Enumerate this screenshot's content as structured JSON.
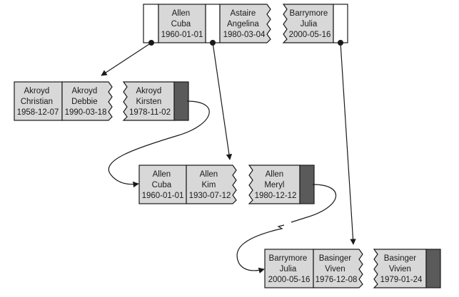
{
  "diagram": {
    "root_node": {
      "cells": [
        {
          "last_name": "Allen",
          "first_name": "Cuba",
          "birth_date": "1960-01-01"
        },
        {
          "last_name": "Astaire",
          "first_name": "Angelina",
          "birth_date": "1980-03-04"
        },
        {
          "last_name": "Barrymore",
          "first_name": "Julia",
          "birth_date": "2000-05-16"
        }
      ]
    },
    "leaf_nodes": [
      {
        "cells": [
          {
            "last_name": "Akroyd",
            "first_name": "Christian",
            "birth_date": "1958-12-07"
          },
          {
            "last_name": "Akroyd",
            "first_name": "Debbie",
            "birth_date": "1990-03-18"
          },
          {
            "last_name": "Akroyd",
            "first_name": "Kirsten",
            "birth_date": "1978-11-02"
          }
        ]
      },
      {
        "cells": [
          {
            "last_name": "Allen",
            "first_name": "Cuba",
            "birth_date": "1960-01-01"
          },
          {
            "last_name": "Allen",
            "first_name": "Kim",
            "birth_date": "1930-07-12"
          },
          {
            "last_name": "Allen",
            "first_name": "Meryl",
            "birth_date": "1980-12-12"
          }
        ]
      },
      {
        "cells": [
          {
            "last_name": "Barrymore",
            "first_name": "Julia",
            "birth_date": "2000-05-16"
          },
          {
            "last_name": "Basinger",
            "first_name": "Viven",
            "birth_date": "1976-12-08"
          },
          {
            "last_name": "Basinger",
            "first_name": "Vivien",
            "birth_date": "1979-01-24"
          }
        ]
      }
    ],
    "colors": {
      "cell_fill": "#d8d8d8",
      "pointer_fill": "#5a5a5a",
      "stroke": "#1a1a1a",
      "background": "#ffffff"
    }
  }
}
